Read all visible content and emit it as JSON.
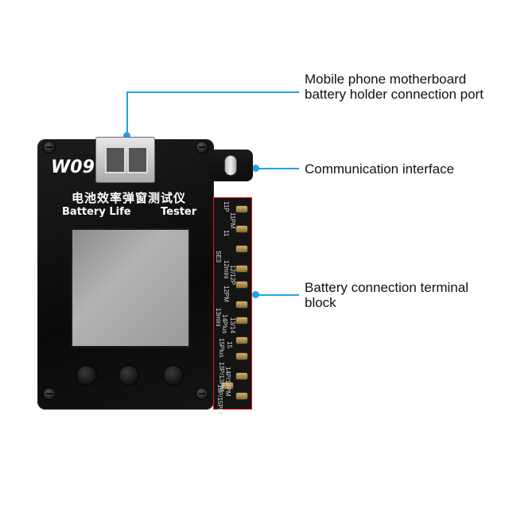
{
  "product": {
    "model": "W09",
    "name_cn": "电池效率弹窗测试仪",
    "name_en_left": "Battery Life",
    "name_en_right": "Tester"
  },
  "callouts": [
    {
      "text": "Mobile phone motherboard battery holder connection port"
    },
    {
      "text": "Communication interface"
    },
    {
      "text": "Battery connection terminal block"
    }
  ],
  "terminal_labels": [
    "11P",
    "11PM",
    "11",
    "SE3",
    "12mini",
    "12/12P",
    "12PM",
    "13mini",
    "14Plus",
    "13/14",
    "15Plus",
    "15",
    "13P/13PM",
    "14P/14PM",
    "15P/15PM"
  ],
  "colors": {
    "accent": "#1fa3e8",
    "highlight": "#e01b1b",
    "device": "#111111"
  }
}
